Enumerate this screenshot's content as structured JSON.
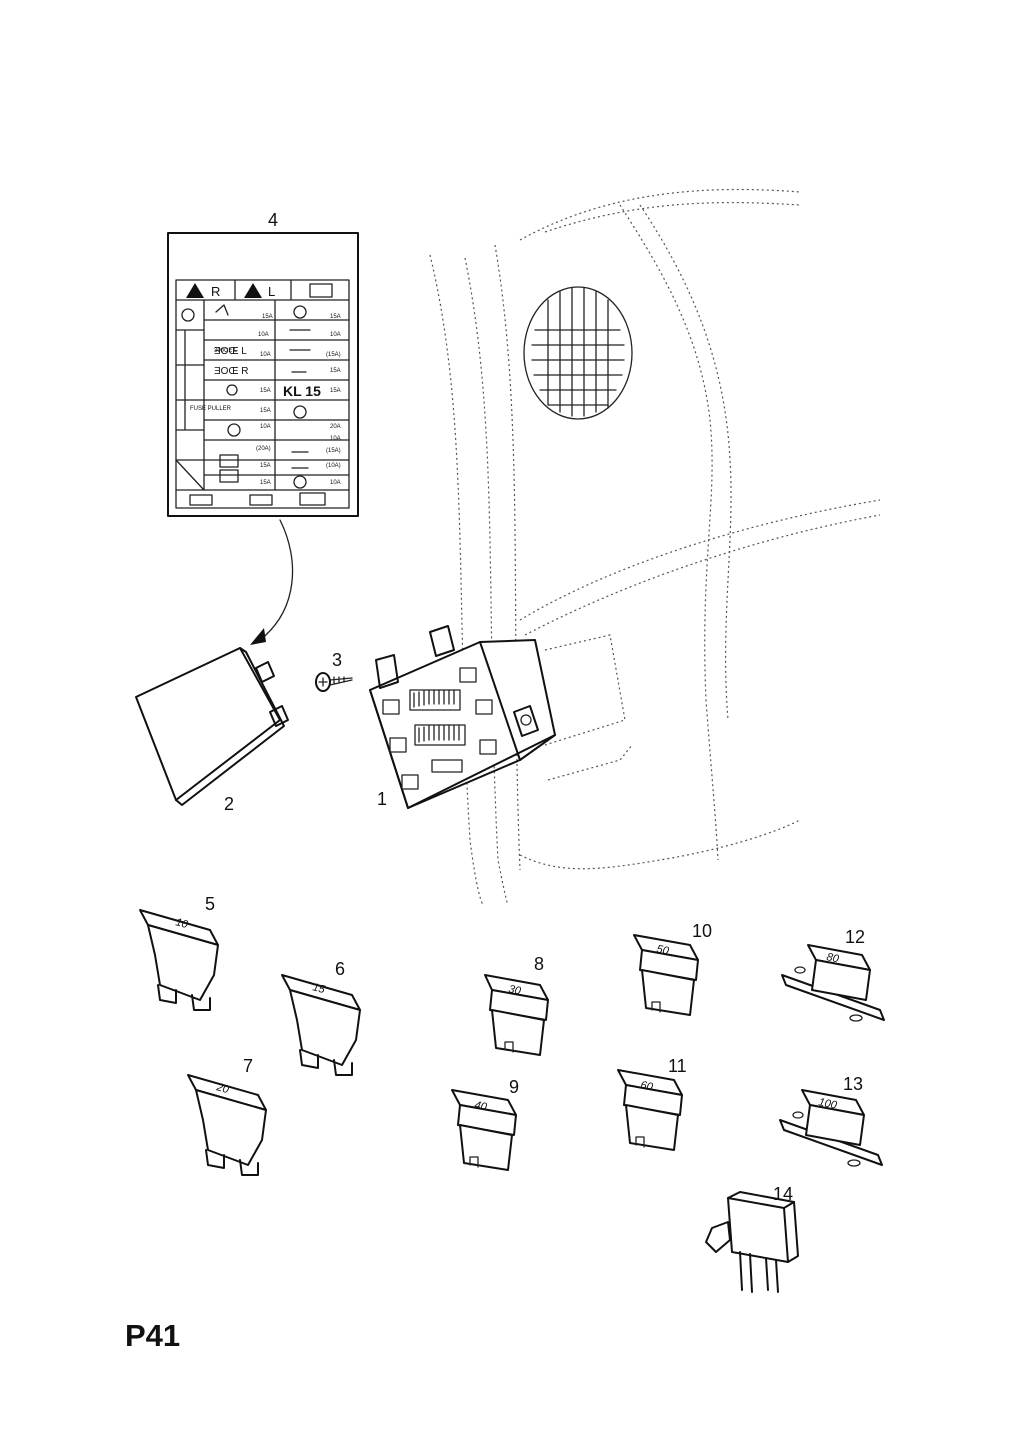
{
  "page_code": "P41",
  "callouts": [
    "1",
    "2",
    "3",
    "4",
    "5",
    "6",
    "7",
    "8",
    "9",
    "10",
    "11",
    "12",
    "13",
    "14"
  ],
  "fuse_ratings": {
    "f5": "10",
    "f6": "15",
    "f7": "20",
    "f8": "30",
    "f9": "40",
    "f10": "50",
    "f11": "60",
    "f12": "80",
    "f13": "100"
  },
  "label_card": {
    "header": [
      "R",
      "L"
    ],
    "kl": "KL 15",
    "side_text": "FUSE PULLER",
    "amps": [
      "15A",
      "10A",
      "15A",
      "10A",
      "(15A)",
      "10A",
      "15A",
      "15A",
      "15A",
      "15A",
      "20A",
      "10A",
      "10A",
      "(20A)",
      "(15A)",
      "15A",
      "(10A)",
      "15A",
      "10A"
    ]
  },
  "colors": {
    "line": "#111111",
    "background": "#ffffff"
  }
}
